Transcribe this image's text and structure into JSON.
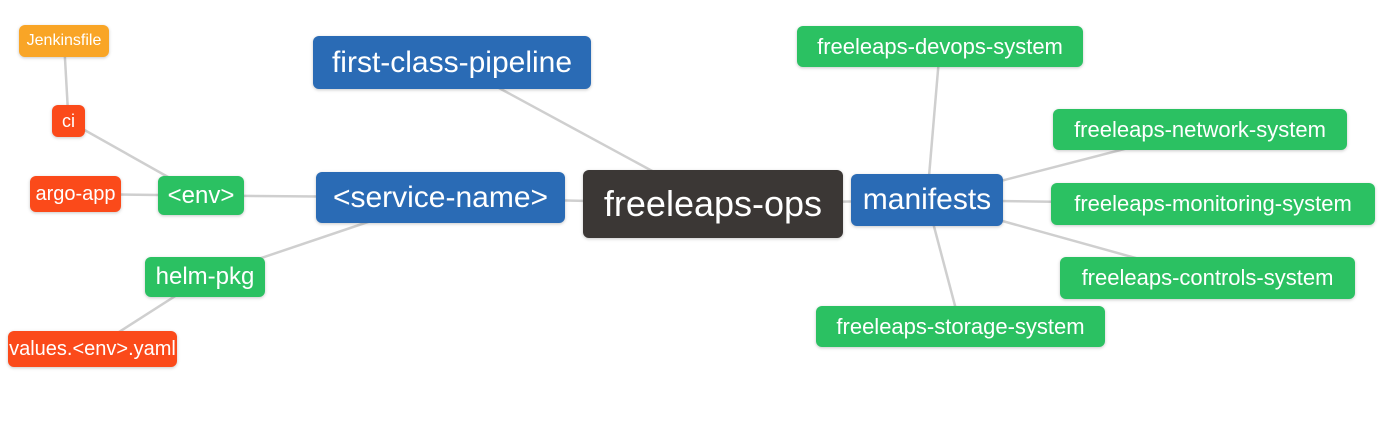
{
  "palette": {
    "orange": "#F9A526",
    "red": "#FB4A1A",
    "green": "#2BC162",
    "blue": "#2A6BB5",
    "dark": "#3B3735",
    "edge": "#CFCFCF"
  },
  "nodes": {
    "jenkinsfile": {
      "label": "Jenkinsfile"
    },
    "ci": {
      "label": "ci"
    },
    "argo_app": {
      "label": "argo-app"
    },
    "env": {
      "label": "<env>"
    },
    "helm_pkg": {
      "label": "helm-pkg"
    },
    "values_yaml": {
      "label": "values.<env>.yaml"
    },
    "service_name": {
      "label": "<service-name>"
    },
    "first_class_pipeline": {
      "label": "first-class-pipeline"
    },
    "freeleaps_ops": {
      "label": "freeleaps-ops"
    },
    "manifests": {
      "label": "manifests"
    },
    "devops_system": {
      "label": "freeleaps-devops-system"
    },
    "network_system": {
      "label": "freeleaps-network-system"
    },
    "monitoring_system": {
      "label": "freeleaps-monitoring-system"
    },
    "controls_system": {
      "label": "freeleaps-controls-system"
    },
    "storage_system": {
      "label": "freeleaps-storage-system"
    }
  },
  "edges": [
    [
      "jenkinsfile",
      "ci"
    ],
    [
      "ci",
      "env"
    ],
    [
      "argo_app",
      "env"
    ],
    [
      "env",
      "service_name"
    ],
    [
      "helm_pkg",
      "service_name"
    ],
    [
      "helm_pkg",
      "values_yaml"
    ],
    [
      "service_name",
      "freeleaps_ops"
    ],
    [
      "first_class_pipeline",
      "freeleaps_ops"
    ],
    [
      "freeleaps_ops",
      "manifests"
    ],
    [
      "manifests",
      "devops_system"
    ],
    [
      "manifests",
      "network_system"
    ],
    [
      "manifests",
      "monitoring_system"
    ],
    [
      "manifests",
      "controls_system"
    ],
    [
      "manifests",
      "storage_system"
    ]
  ]
}
